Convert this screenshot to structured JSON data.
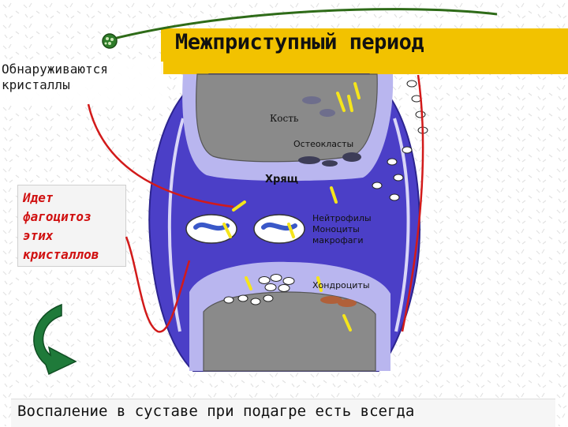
{
  "title": "Межприступный период",
  "crystals_note": {
    "line1": "Обнаруживаются",
    "line2": "кристаллы"
  },
  "phagocytosis_note": {
    "line1": "Идет",
    "line2": "фагоцитоз",
    "line3": "этих",
    "line4": "кристаллов"
  },
  "labels": {
    "bone": "Кость",
    "osteoclasts": "Остеокласты",
    "cartilage": "Хрящ",
    "neutrophils": "Нейтрофилы",
    "monocytes": "Моноциты",
    "macrophages": "макрофаги",
    "chondrocytes": "Хондроциты"
  },
  "footer": "Воспаление в суставе при подагре есть всегда",
  "colors": {
    "banner": "#f2c200",
    "capsule": "#4b3fc7",
    "cartilage": "#b9b6ef",
    "bone": "#8a8a8a",
    "crystal": "#f5e51b",
    "arrow": "#1f7a3a",
    "connector": "#d21a1a"
  }
}
